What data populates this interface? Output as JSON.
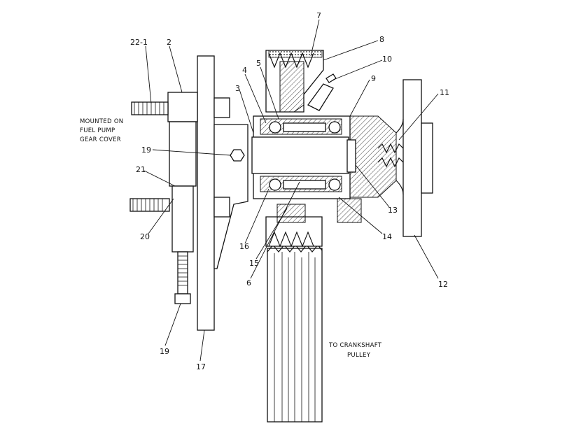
{
  "callouts": {
    "c22_1": "22-1",
    "c2": "2",
    "c7": "7",
    "c8": "8",
    "c10": "10",
    "c5": "5",
    "c4": "4",
    "c9": "9",
    "c3": "3",
    "c11": "11",
    "c19a": "19",
    "c21": "21",
    "c20": "20",
    "c13": "13",
    "c14": "14",
    "c16": "16",
    "c15": "15",
    "c6": "6",
    "c12": "12",
    "c19b": "19",
    "c17": "17"
  },
  "notes": {
    "mounted_line1": "MOUNTED ON",
    "mounted_line2": "FUEL PUMP",
    "mounted_line3": "GEAR COVER",
    "crank_line1": "TO CRANKSHAFT",
    "crank_line2": "PULLEY"
  }
}
